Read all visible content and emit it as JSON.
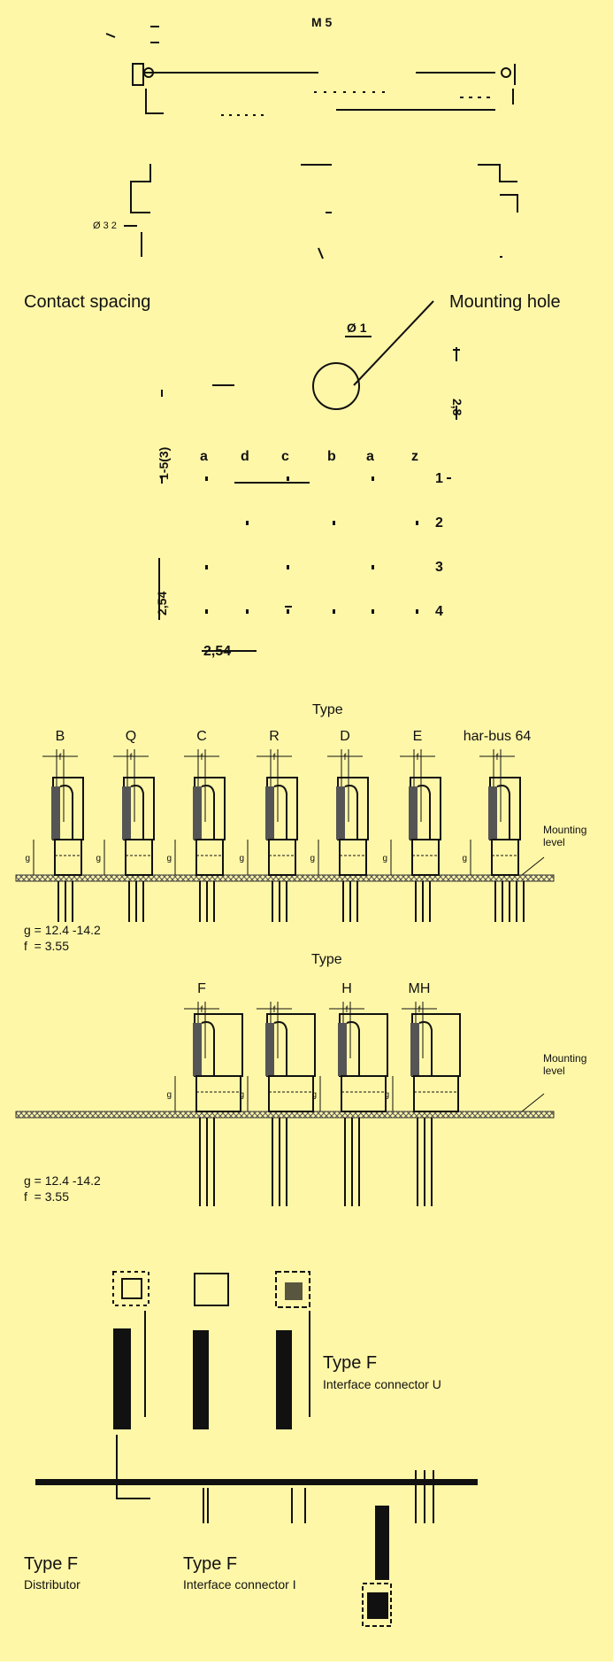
{
  "colors": {
    "background": "#fff7a8",
    "ink": "#111111",
    "board": "#b9aa6a"
  },
  "top_drawing": {
    "dimension_label": "M 5",
    "small_labels": [
      "Ø 3 2"
    ]
  },
  "contact_spacing": {
    "title": "Contact spacing",
    "row_letters": [
      "a",
      "d",
      "c",
      "b",
      "a",
      "z"
    ],
    "row_numbers": [
      "1",
      "2",
      "3",
      "4"
    ],
    "pitch_label": "2,54",
    "vertical_labels": [
      "1-5(3)",
      "2,54"
    ]
  },
  "mounting_hole": {
    "title": "Mounting hole",
    "diameter_label": "Ø 1",
    "height_label": "2,8"
  },
  "section1": {
    "type_title": "Type",
    "types": [
      "B",
      "Q",
      "C",
      "R",
      "D",
      "E",
      "har-bus 64"
    ],
    "f_label": "f",
    "g_label": "g",
    "mounting_level": "Mounting\nlevel",
    "note_g": "g = 12.4 -14.2",
    "note_f": "f  = 3.55"
  },
  "section2": {
    "type_title": "Type",
    "types": [
      "F",
      "",
      "H",
      "MH"
    ],
    "f_label": "f",
    "g_label": "g",
    "mounting_level": "Mounting\nlevel",
    "note_g": "g = 12.4 -14.2",
    "note_f": "f  = 3.55"
  },
  "section3": {
    "labels": [
      {
        "title": "Type F",
        "subtitle": "Interface connector U"
      },
      {
        "title": "Type F",
        "subtitle": "Distributor"
      },
      {
        "title": "Type F",
        "subtitle": "Interface connector I"
      }
    ]
  }
}
